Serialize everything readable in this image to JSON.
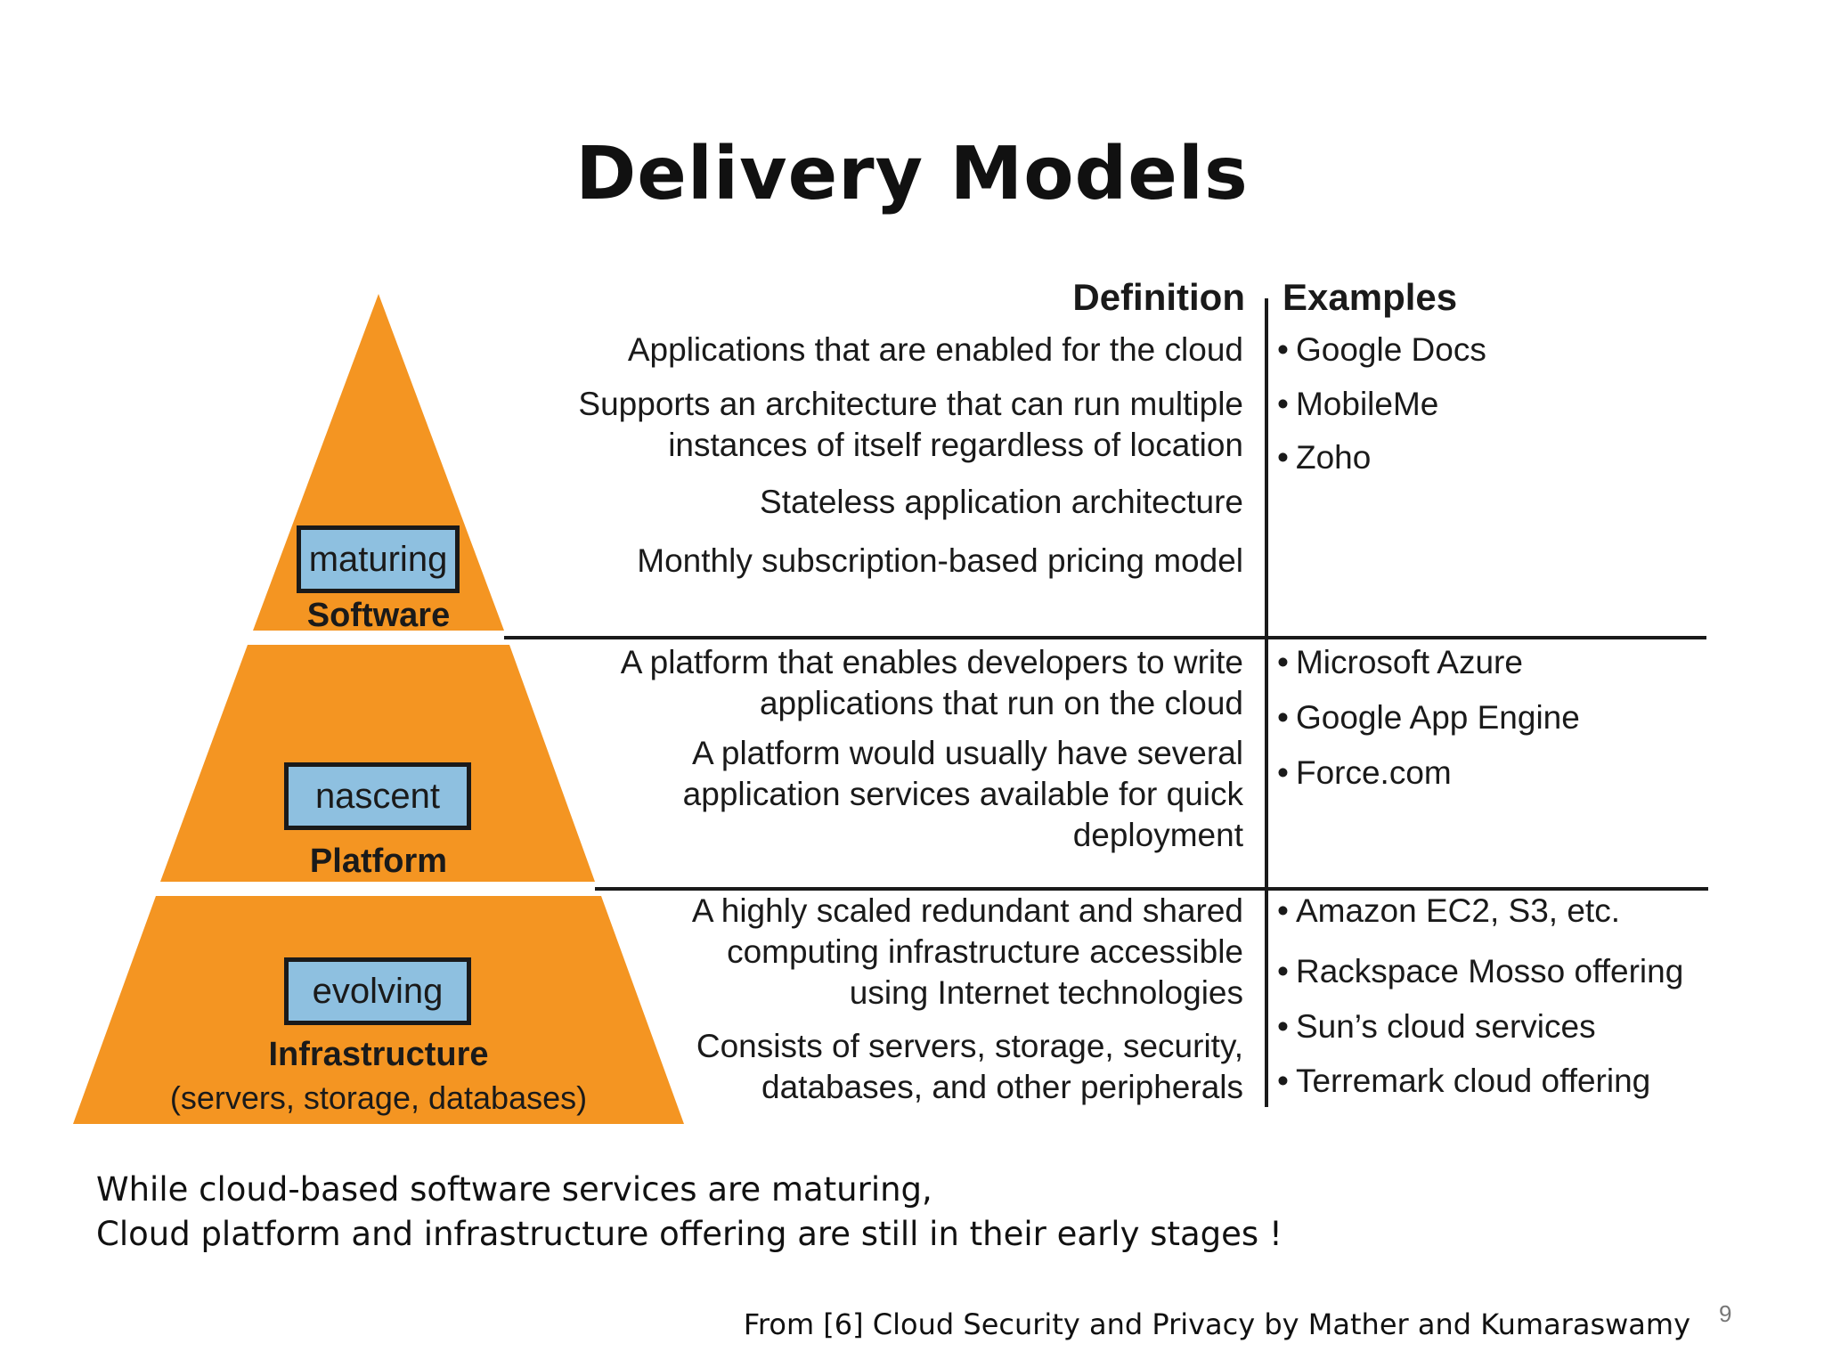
{
  "title": "Delivery Models",
  "headers": {
    "definition": "Definition",
    "examples": "Examples"
  },
  "layers": [
    {
      "name": "Software",
      "stage": "maturing",
      "definitions": [
        "Applications that are enabled for the cloud",
        "Supports an architecture that can run multiple",
        "instances of itself regardless of location",
        "Stateless application architecture",
        "Monthly subscription-based pricing model"
      ],
      "examples": [
        "Google Docs",
        "MobileMe",
        "Zoho"
      ]
    },
    {
      "name": "Platform",
      "stage": "nascent",
      "definitions": [
        "A platform that enables developers to write",
        "applications that run on the cloud",
        "A platform would usually have several",
        "application services available for quick",
        "deployment"
      ],
      "examples": [
        "Microsoft Azure",
        "Google App Engine",
        "Force.com"
      ]
    },
    {
      "name": "Infrastructure",
      "subtitle": "(servers, storage, databases)",
      "stage": "evolving",
      "definitions": [
        "A highly scaled redundant and shared",
        "computing infrastructure accessible",
        "using Internet technologies",
        "Consists of servers, storage, security,",
        "databases, and other peripherals"
      ],
      "examples": [
        "Amazon EC2, S3, etc.",
        "Rackspace Mosso offering",
        "Sun’s cloud services",
        "Terremark cloud offering"
      ]
    }
  ],
  "bullet": "•",
  "note": {
    "line1": "While cloud-based software services are maturing,",
    "line2": "Cloud platform and infrastructure offering are still in their early stages !"
  },
  "source": "From [6] Cloud Security and Privacy by Mather and Kumaraswamy",
  "page_number": "9",
  "colors": {
    "pyramid": "#f49522",
    "stage_box": "#8ec0e0",
    "ink": "#1a1a1a"
  }
}
